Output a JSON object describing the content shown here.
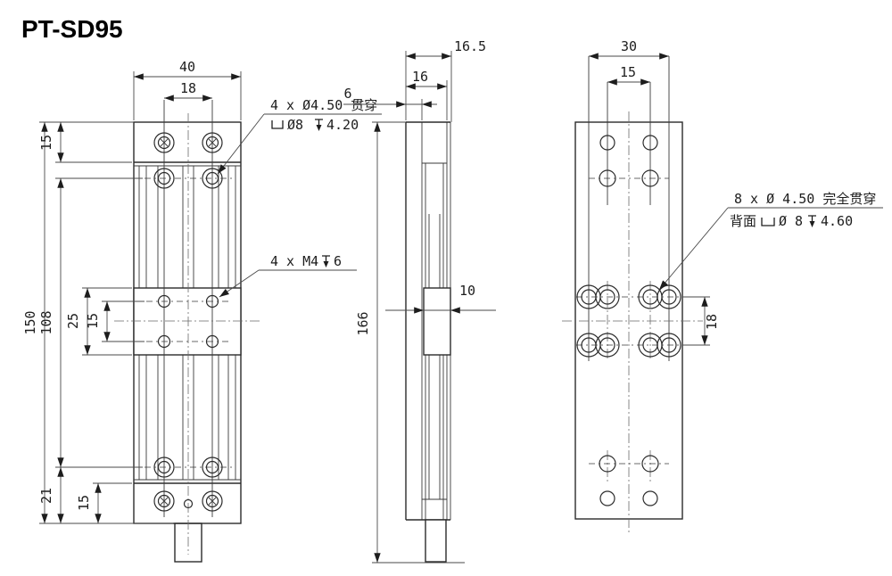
{
  "title": "PT-SD95",
  "front_view": {
    "dim_width_total": "40",
    "dim_hole_span": "18",
    "dim_top_block_height": "15",
    "dim_height_total": "150",
    "dim_hole_rows_span": "108",
    "dim_carriage_height": "25",
    "dim_m4_row_span": "15",
    "dim_bottom_hole_offset": "21",
    "dim_bottom_block_height": "15"
  },
  "side_view": {
    "dim_depth_total": "16.5",
    "dim_body_depth": "16",
    "dim_base_thickness": "6",
    "dim_height_total": "166",
    "dim_carriage_depth": "10"
  },
  "back_view": {
    "dim_outer_col_span": "30",
    "dim_inner_col_span": "15",
    "dim_row_span": "18"
  },
  "annotations": {
    "counterbore_front": {
      "line1": "4 x Ø4.50 贯穿",
      "cb_dia": "Ø8",
      "cb_depth": "4.20"
    },
    "tapped_holes": {
      "label": "4 x M4",
      "depth": "6"
    },
    "counterbore_back": {
      "line1": "8 x Ø 4.50 完全贯穿",
      "back_label": "背面",
      "cb_dia": "Ø 8",
      "cb_depth": "4.60"
    }
  }
}
